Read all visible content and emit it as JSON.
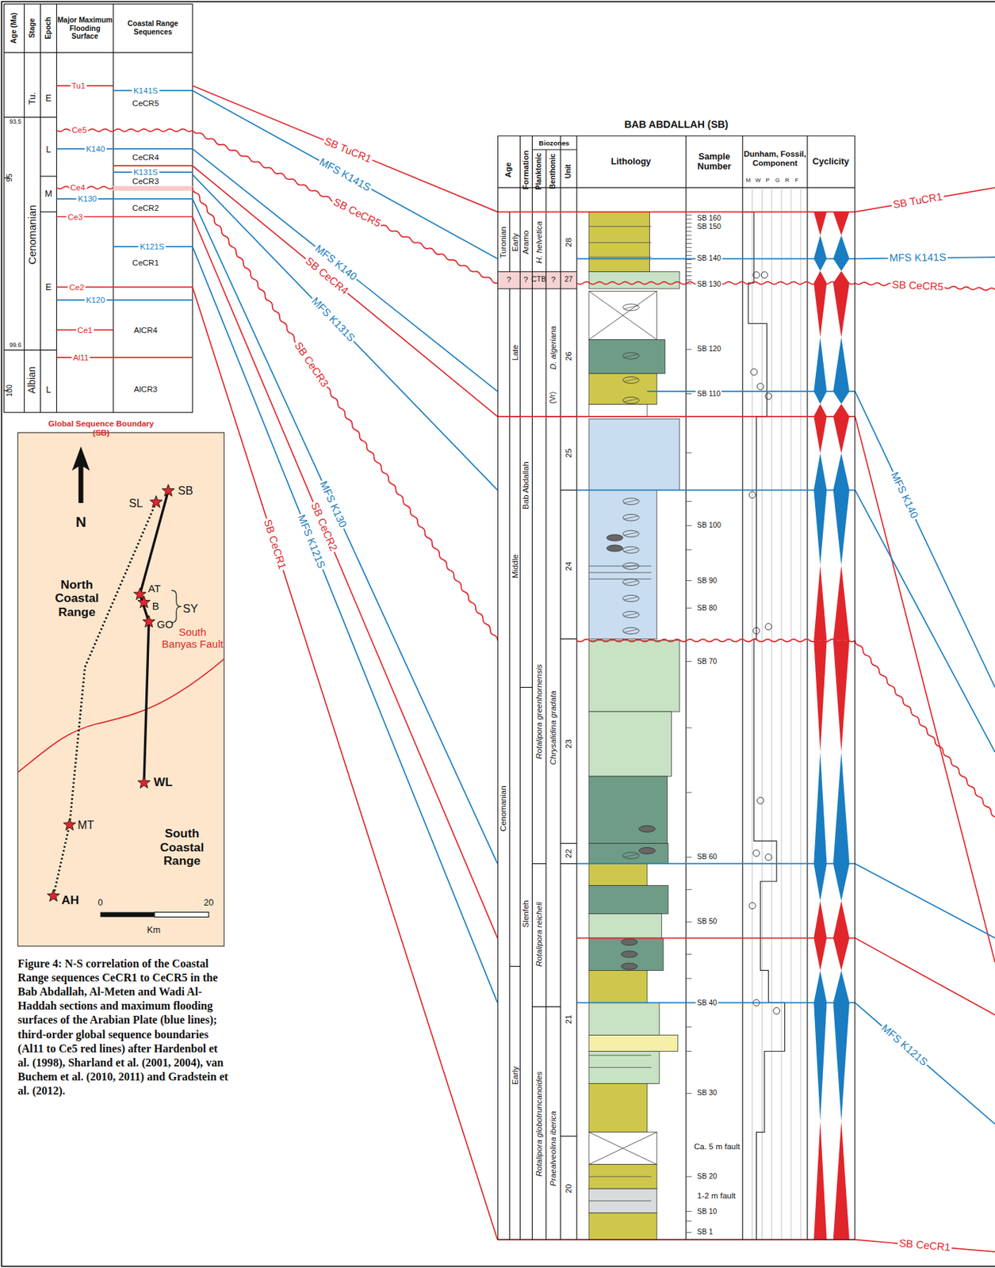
{
  "diagram": {
    "caption": "Figure 4: N-S correlation of the Coastal Range sequences CeCR1 to CeCR5 in the Bab Abdallah, Al-Meten and Wadi Al-Haddah sections and maximum flooding surfaces of the Arabian Plate (blue lines); third-order global sequence boundaries (Al11 to Ce5 red lines) after Hardenbol et al. (1998), Sharland et al. (2001, 2004), van Buchem et al. (2010, 2011) and Gradstein et al. (2012).",
    "nodes": [
      {
        "text": [
          "BAB ABDALLAH (SB)"
        ]
      }
    ],
    "labels": [
      "Age (Ma)",
      "Stage",
      "Epoch",
      "Major Maximum Flooding Surface",
      "Coastal Range Sequences",
      "Tu.",
      "E",
      "93.5",
      "95",
      "Cenomanian",
      "L",
      "M",
      "E",
      "99.6",
      "100",
      "Albian",
      "L",
      "Tu1",
      "K141S",
      "CeCR5",
      "Ce5",
      "K140",
      "CeCR4",
      "K131S",
      "CeCR3",
      "Ce4",
      "K130",
      "CeCR2",
      "Ce3",
      "K121S",
      "CeCR1",
      "Ce2",
      "K120",
      "Ce1",
      "AlCR4",
      "Al11",
      "AlCR3",
      "Global Sequence Boundary (SB)",
      "N",
      "North Coastal Range",
      "South Banyas Fault",
      "SB",
      "SL",
      "AT",
      "B",
      "GO",
      "SY",
      "WL",
      "South Coastal Range",
      "MT",
      "AH",
      "0",
      "20",
      "Km",
      "SB TuCR1",
      "MFS K141S",
      "SB CeCR5",
      "MFS K140",
      "SB CeCR4",
      "MFS K131S",
      "SB CeCR3",
      "MFS K130",
      "SB CeCR2",
      "MFS K121S",
      "SB CeCR1",
      "Age",
      "Formation",
      "Biozones",
      "Planktonic",
      "Benthonic",
      "Unit",
      "Lithology",
      "Sample Number",
      "Dunham, Fossil, Component",
      "M",
      "W",
      "P",
      "G",
      "R",
      "F",
      "Cyclicity",
      "Turonian",
      "Early",
      "?",
      "?",
      "Late",
      "Cenomanian",
      "Middle",
      "Early",
      "Aramo",
      "Bab Abdallah",
      "Slenfeh",
      "H. helvetica",
      "CTB",
      "Rotalipora greenhornensis",
      "Rotalipora reicheli",
      "Rotalipora globotruncanoides",
      "?",
      "D. algeriana",
      "(Vr)",
      "Chrysalidina gradata",
      "Praealveolina iberica",
      "28",
      "27",
      "26",
      "25",
      "24",
      "23",
      "22",
      "21",
      "20",
      "SB 160",
      "SB 150",
      "SB 140",
      "SB 130",
      "SB 120",
      "SB 110",
      "SB 100",
      "SB 90",
      "SB 80",
      "SB 70",
      "SB 60",
      "SB 50",
      "SB 40",
      "SB 30",
      "SB 20",
      "SB 10",
      "SB 1",
      "Ca. 5 m fault",
      "1-2 m fault",
      "SB TuCR1",
      "MFS K141S",
      "SB CeCR5",
      "MFS K140",
      "MFS K121S",
      "SB CeCR1"
    ]
  }
}
